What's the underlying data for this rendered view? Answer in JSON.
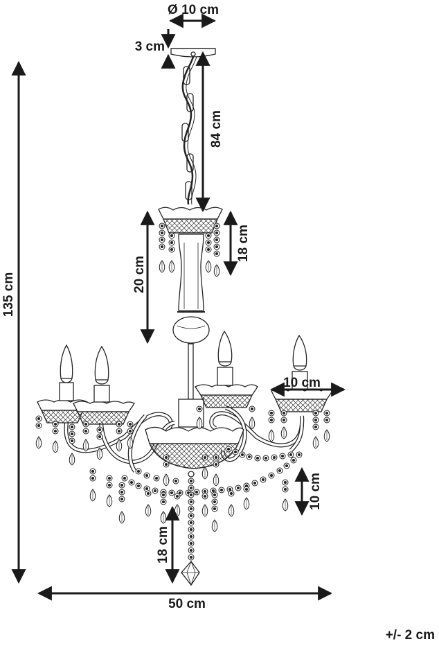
{
  "dimensions": {
    "canopy_diameter": "Ø 10 cm",
    "canopy_height": "3 cm",
    "chain_length": "84 cm",
    "top_cup_drops": "18 cm",
    "stem_height": "20 cm",
    "total_height": "135 cm",
    "cup_width": "10 cm",
    "garland_drop": "10 cm",
    "bottom_drop": "18 cm",
    "total_width": "50 cm"
  },
  "tolerance": "+/- 2 cm"
}
